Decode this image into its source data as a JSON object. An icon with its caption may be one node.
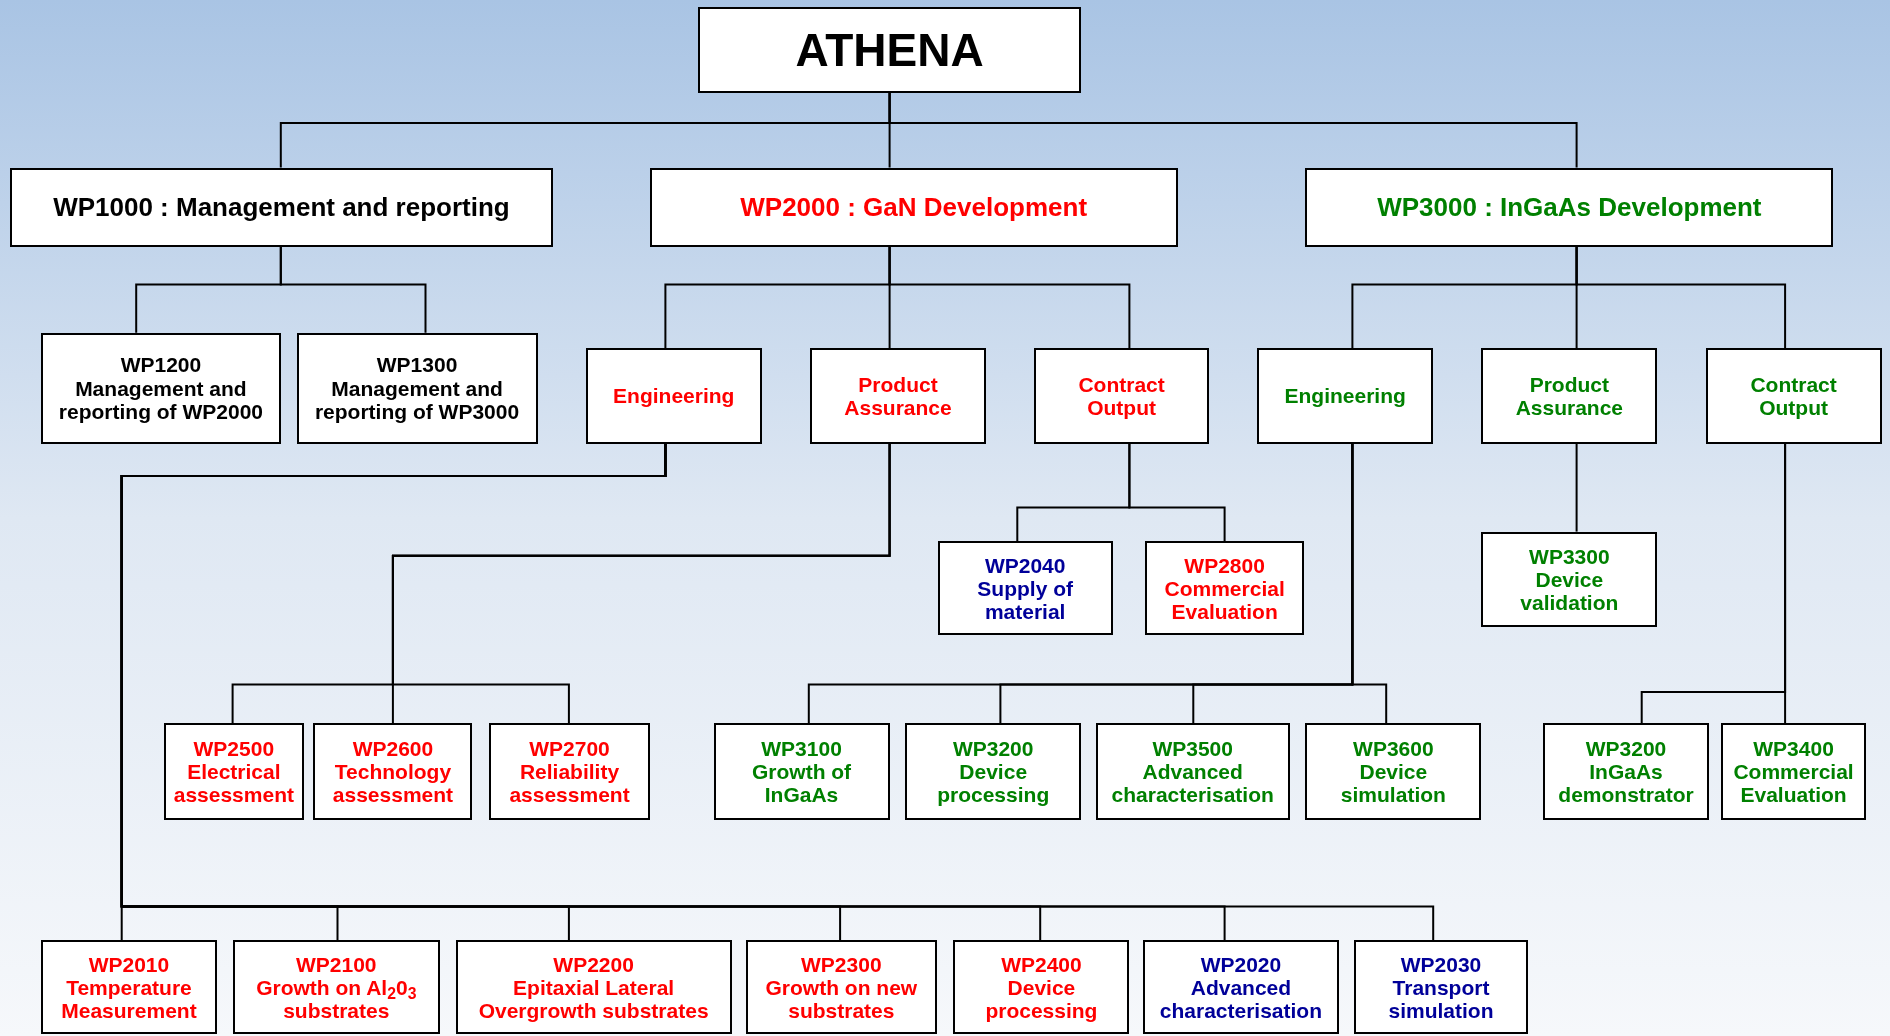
{
  "diagram": {
    "nodes": [
      {
        "text": [
          "ATHENA"
        ]
      },
      {
        "text": [
          "WP1000 : Management and reporting"
        ]
      },
      {
        "text": [
          "WP2000 :  GaN Development"
        ]
      },
      {
        "text": [
          "WP3000 : InGaAs Development"
        ]
      },
      {
        "text": [
          "WP1200",
          "Management and reporting of WP2000"
        ]
      },
      {
        "text": [
          "WP1300",
          "Management and reporting of WP3000"
        ]
      },
      {
        "text": [
          "Engineering"
        ]
      },
      {
        "text": [
          "Product Assurance"
        ]
      },
      {
        "text": [
          "Contract Output"
        ]
      },
      {
        "text": [
          "Engineering"
        ]
      },
      {
        "text": [
          "Product Assurance"
        ]
      },
      {
        "text": [
          "Contract Output"
        ]
      },
      {
        "text": [
          "WP2040",
          "Supply of material"
        ]
      },
      {
        "text": [
          "WP2800",
          "Commercial Evaluation"
        ]
      },
      {
        "text": [
          "WP3300",
          "Device validation"
        ]
      },
      {
        "text": [
          "WP2500",
          "Electrical assessment"
        ]
      },
      {
        "text": [
          "WP2600",
          "Technology assessment"
        ]
      },
      {
        "text": [
          "WP2700",
          "Reliability assessment"
        ]
      },
      {
        "text": [
          "WP3100",
          "Growth of InGaAs"
        ]
      },
      {
        "text": [
          "WP3200",
          "Device processing"
        ]
      },
      {
        "text": [
          "WP3500",
          "Advanced characterisation"
        ]
      },
      {
        "text": [
          "WP3600",
          "Device simulation"
        ]
      },
      {
        "text": [
          "WP3200",
          "InGaAs demonstrator"
        ]
      },
      {
        "text": [
          "WP3400",
          "Commercial Evaluation"
        ]
      },
      {
        "text": [
          "WP2010",
          "Temperature Measurement"
        ]
      },
      {
        "text": [
          "WP2100",
          "Growth on  Al$_{2}$0$_{3}$ substrates"
        ]
      },
      {
        "text": [
          "WP2200",
          "Epitaxial Lateral Overgrowth substrates"
        ]
      },
      {
        "text": [
          "WP2300",
          "Growth on new substrates"
        ]
      },
      {
        "text": [
          "WP2400",
          "Device processing"
        ]
      },
      {
        "text": [
          "WP2020",
          "Advanced characterisation"
        ]
      },
      {
        "text": [
          "WP2030",
          "Transport simulation"
        ]
      }
    ],
    "edges": [
      {
        "from": 0,
        "to": 1,
        "arrow": "none"
      },
      {
        "from": 0,
        "to": 2,
        "arrow": "none"
      },
      {
        "from": 0,
        "to": 3,
        "arrow": "none"
      },
      {
        "from": 1,
        "to": 4,
        "arrow": "none"
      },
      {
        "from": 1,
        "to": 5,
        "arrow": "none"
      },
      {
        "from": 2,
        "to": 6,
        "arrow": "none"
      },
      {
        "from": 2,
        "to": 7,
        "arrow": "none"
      },
      {
        "from": 2,
        "to": 8,
        "arrow": "none"
      },
      {
        "from": 3,
        "to": 9,
        "arrow": "none"
      },
      {
        "from": 3,
        "to": 10,
        "arrow": "none"
      },
      {
        "from": 3,
        "to": 11,
        "arrow": "none"
      },
      {
        "from": 8,
        "to": 12,
        "arrow": "none"
      },
      {
        "from": 8,
        "to": 13,
        "arrow": "none"
      },
      {
        "from": 10,
        "to": 14,
        "arrow": "none"
      },
      {
        "from": 7,
        "to": 15,
        "arrow": "none"
      },
      {
        "from": 7,
        "to": 16,
        "arrow": "none"
      },
      {
        "from": 7,
        "to": 17,
        "arrow": "none"
      },
      {
        "from": 9,
        "to": 18,
        "arrow": "none"
      },
      {
        "from": 9,
        "to": 19,
        "arrow": "none"
      },
      {
        "from": 9,
        "to": 20,
        "arrow": "none"
      },
      {
        "from": 9,
        "to": 21,
        "arrow": "none"
      },
      {
        "from": 11,
        "to": 22,
        "arrow": "none"
      },
      {
        "from": 11,
        "to": 23,
        "arrow": "none"
      },
      {
        "from": 6,
        "to": 24,
        "arrow": "none"
      },
      {
        "from": 6,
        "to": 25,
        "arrow": "none"
      },
      {
        "from": 6,
        "to": 26,
        "arrow": "none"
      },
      {
        "from": 6,
        "to": 27,
        "arrow": "none"
      },
      {
        "from": 6,
        "to": 28,
        "arrow": "none"
      },
      {
        "from": 6,
        "to": 29,
        "arrow": "none"
      },
      {
        "from": 6,
        "to": 30,
        "arrow": "none"
      }
    ]
  }
}
